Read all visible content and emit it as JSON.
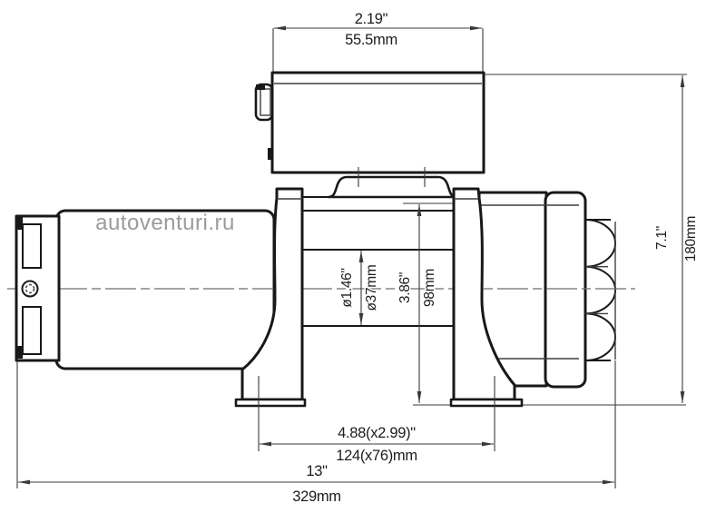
{
  "drawing": {
    "kind": "engineering-dimension-drawing",
    "watermark": "autoventuri.ru"
  },
  "colors": {
    "background": "#ffffff",
    "object_line": "#181818",
    "dimension_line": "#3a3a3a",
    "centerline": "#6e6e6e",
    "watermark": "#9b9b9b"
  },
  "dimensions": {
    "top_width": {
      "inch": "2.19\"",
      "mm": "55.5mm"
    },
    "overall_height": {
      "inch": "7.1\"",
      "mm": "180mm"
    },
    "drum_diameter": {
      "inch": "ø1.46\"",
      "mm": "ø37mm"
    },
    "drum_height": {
      "inch": "3.86\"",
      "mm": "98mm"
    },
    "bolt_pattern": {
      "inch": "4.88(x2.99)\"",
      "mm": "124(x76)mm"
    },
    "overall_length": {
      "inch": "13\"",
      "mm": "329mm"
    }
  }
}
